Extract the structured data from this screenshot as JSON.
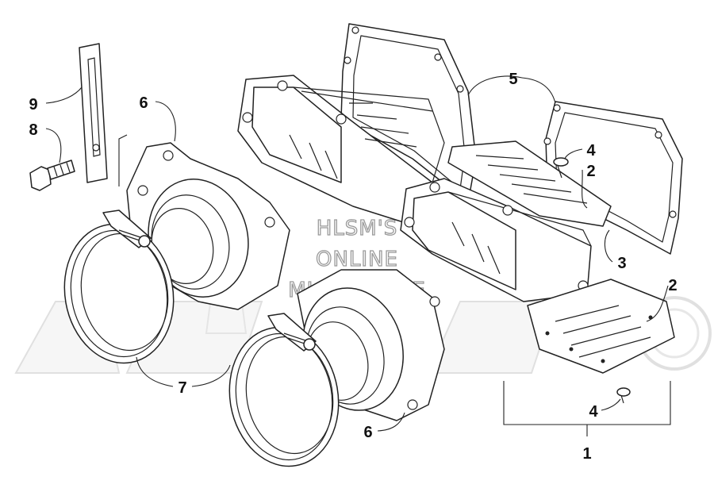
{
  "watermark": {
    "line1": "HLSM'S",
    "line2": "ONLINE",
    "line3": "MICROFICHE"
  },
  "callouts": [
    {
      "id": "c9",
      "label": "9"
    },
    {
      "id": "c8",
      "label": "8"
    },
    {
      "id": "c6a",
      "label": "6"
    },
    {
      "id": "c5",
      "label": "5"
    },
    {
      "id": "c4a",
      "label": "4"
    },
    {
      "id": "c2a",
      "label": "2"
    },
    {
      "id": "c3",
      "label": "3"
    },
    {
      "id": "c2b",
      "label": "2"
    },
    {
      "id": "c7",
      "label": "7"
    },
    {
      "id": "c6b",
      "label": "6"
    },
    {
      "id": "c4b",
      "label": "4"
    },
    {
      "id": "c1",
      "label": "1"
    }
  ]
}
